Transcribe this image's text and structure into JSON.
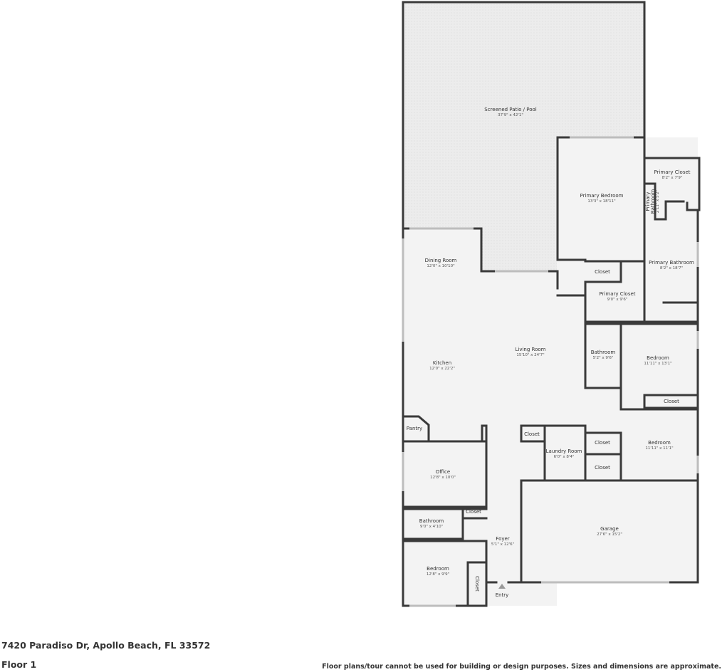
{
  "property": {
    "address": "7420 Paradiso Dr, Apollo Beach, FL 33572",
    "floor_label": "Floor 1",
    "disclaimer": "Floor plans/tour cannot be used for building or design purposes. Sizes and dimensions are approximate."
  },
  "rooms": {
    "patio": {
      "name": "Screened Patio / Pool",
      "dims": "37'9\" x 42'1\""
    },
    "primary_bed": {
      "name": "Primary Bedroom",
      "dims": "13'3\" x 18'11\""
    },
    "primary_closet_top": {
      "name": "Primary Closet",
      "dims": "8'2\" x 7'9\""
    },
    "primary_bath_small": {
      "name_line1": "Primary",
      "name_line2": "Bathroom",
      "dims": "2'11\" x 5'2\""
    },
    "primary_bath": {
      "name": "Primary Bathroom",
      "dims": "8'2\" x 18'7\""
    },
    "closet_a": {
      "name": "Closet"
    },
    "primary_closet": {
      "name": "Primary Closet",
      "dims": "9'0\" x 9'6\""
    },
    "dining": {
      "name": "Dining Room",
      "dims": "12'0\" x 10'10\""
    },
    "kitchen": {
      "name": "Kitchen",
      "dims": "12'0\" x 22'2\""
    },
    "living": {
      "name": "Living Room",
      "dims": "15'10\" x 24'7\""
    },
    "bath_mid": {
      "name": "Bathroom",
      "dims": "5'2\" x 9'6\""
    },
    "bed_a": {
      "name": "Bedroom",
      "dims": "11'11\" x 13'1\""
    },
    "closet_b": {
      "name": "Closet"
    },
    "pantry": {
      "name": "Pantry"
    },
    "closet_c": {
      "name": "Closet"
    },
    "laundry": {
      "name": "Laundry Room",
      "dims": "6'0\" x 8'4\""
    },
    "closet_d": {
      "name": "Closet"
    },
    "closet_e": {
      "name": "Closet"
    },
    "bed_b": {
      "name": "Bedroom",
      "dims": "11'11\" x 11'1\""
    },
    "office": {
      "name": "Office",
      "dims": "12'8\" x 10'0\""
    },
    "bath_low": {
      "name": "Bathroom",
      "dims": "9'0\" x 4'10\""
    },
    "closet_f": {
      "name": "Closet"
    },
    "foyer": {
      "name": "Foyer",
      "dims": "5'1\" x 12'6\""
    },
    "garage": {
      "name": "Garage",
      "dims": "27'6\" x 15'2\""
    },
    "bed_c": {
      "name": "Bedroom",
      "dims": "12'8\" x 9'9\""
    },
    "closet_g": {
      "name": "Closet"
    },
    "entry": {
      "name": "Entry"
    }
  },
  "colors": {
    "wall": "#3a3a3a",
    "floor": "#f3f3f3",
    "patio": "#ebebeb",
    "window": "#c8c8c8"
  }
}
